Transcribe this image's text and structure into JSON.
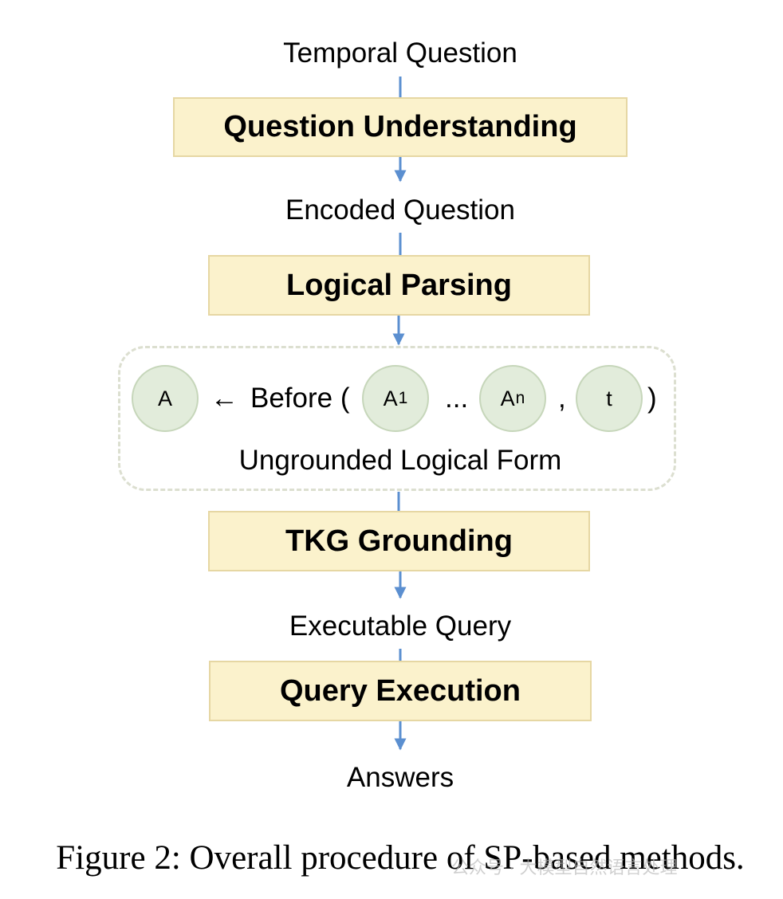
{
  "diagram": {
    "flow_labels": {
      "input": "Temporal Question",
      "encoded": "Encoded Question",
      "executable": "Executable Query",
      "output": "Answers"
    },
    "stages": {
      "question_understanding": "Question Understanding",
      "logical_parsing": "Logical Parsing",
      "tkg_grounding": "TKG Grounding",
      "query_execution": "Query Execution"
    },
    "logical_form": {
      "answer_node": "A",
      "arrow_symbol": "←",
      "predicate": "Before (",
      "arg_first_base": "A",
      "arg_first_sub": "1",
      "ellipsis": "...",
      "arg_last_base": "A",
      "arg_last_sub": "n",
      "comma": ",",
      "time_node": "t",
      "close_paren": ")",
      "caption": "Ungrounded Logical Form"
    },
    "figure_caption": "Figure 2: Overall procedure of SP-based methods.",
    "watermark_text": "公众号 · 大模型自然语言处理"
  },
  "colors": {
    "stage_fill": "#fbf2cc",
    "stage_border": "#e6d7a3",
    "node_fill": "#e2ecdb",
    "node_border": "#c6d6ba",
    "frame_dash": "#dcdfd0",
    "arrow": "#5b8fd0"
  }
}
